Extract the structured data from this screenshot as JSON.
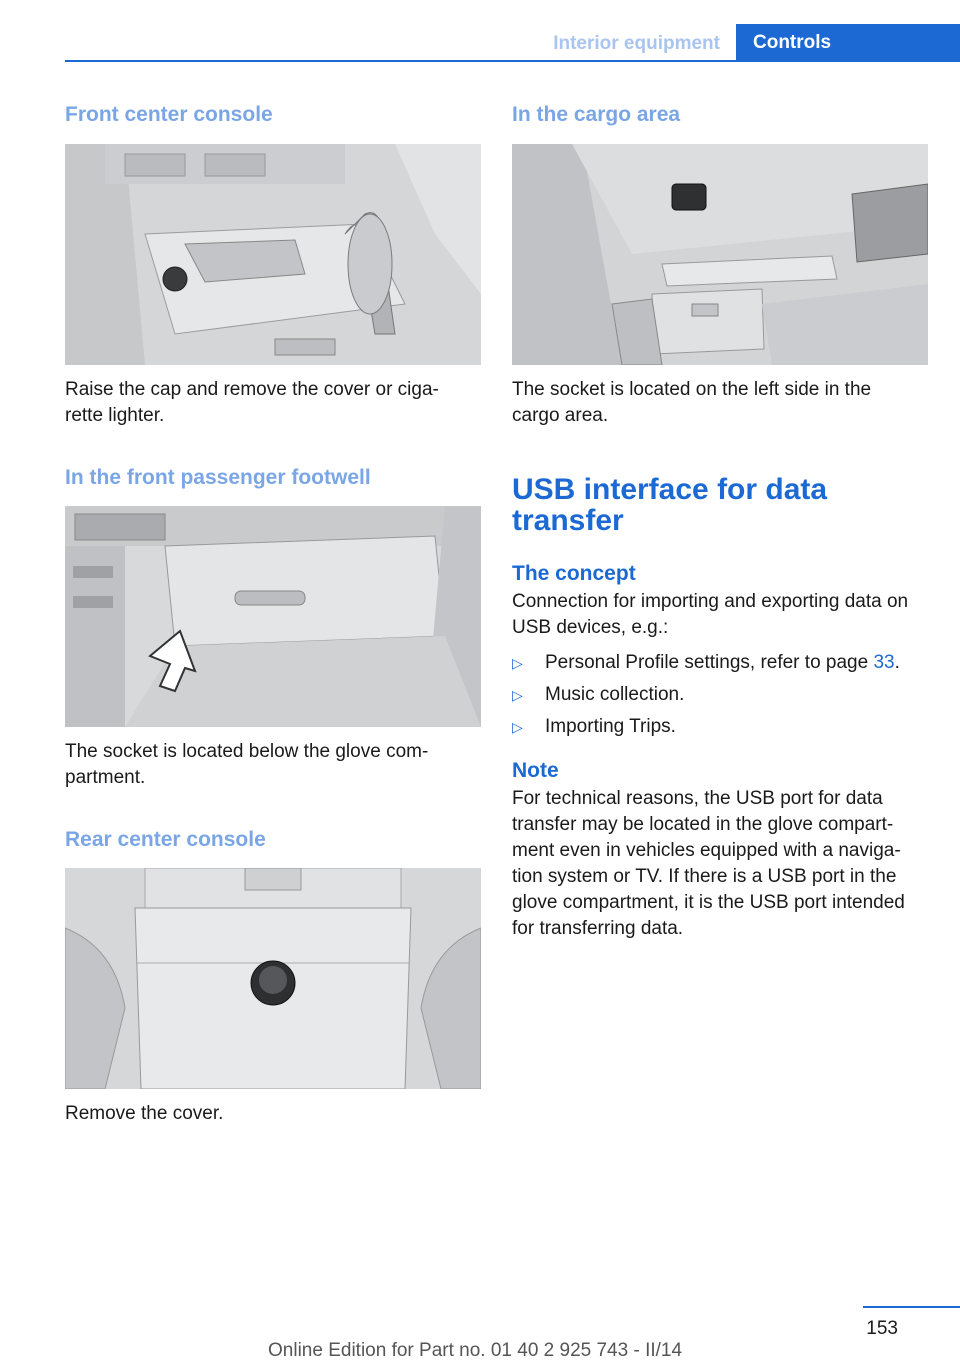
{
  "header": {
    "section": "Interior equipment",
    "tab": "Controls",
    "accent": "#1c69d4"
  },
  "left": {
    "front_console": {
      "heading": "Front center console",
      "text": "Raise the cap and remove the cover or ciga-\nrette lighter."
    },
    "footwell": {
      "heading": "In the front passenger footwell",
      "text": "The socket is located below the glove com-\npartment."
    },
    "rear_console": {
      "heading": "Rear center console",
      "text": "Remove the cover."
    }
  },
  "right": {
    "cargo": {
      "heading": "In the cargo area",
      "text": "The socket is located on the left side in the\ncargo area."
    },
    "usb": {
      "title": "USB interface for data transfer",
      "concept_heading": "The concept",
      "concept_text": "Connection for importing and exporting data on USB devices, e.g.:",
      "bullets": [
        {
          "text": "Personal Profile settings, refer to page ",
          "ref": "33",
          "suffix": "."
        },
        {
          "text": "Music collection."
        },
        {
          "text": "Importing Trips."
        }
      ],
      "note_heading": "Note",
      "note_text": "For technical reasons, the USB port for data transfer may be located in the glove compart-ment even in vehicles equipped with a naviga-tion system or TV. If there is a USB port in the glove compartment, it is the USB port intended for transferring data."
    }
  },
  "footer": {
    "page_number": "153",
    "edition": "Online Edition for Part no. 01 40 2 925 743 - II/14"
  }
}
